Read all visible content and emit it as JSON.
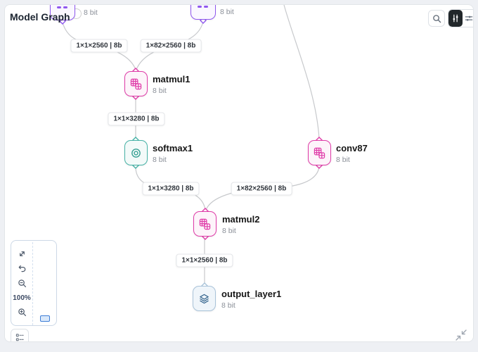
{
  "header": {
    "title": "Model Graph"
  },
  "toolbar": {
    "search_icon": "magnifier",
    "layout_toggle": {
      "selected": "vertical",
      "options": [
        "vertical",
        "horizontal"
      ]
    }
  },
  "nodes": {
    "input_a": {
      "bits": "8 bit"
    },
    "input_b": {
      "bits": "8 bit"
    },
    "matmul1": {
      "label": "matmul1",
      "bits": "8 bit"
    },
    "softmax1": {
      "label": "softmax1",
      "bits": "8 bit"
    },
    "conv87": {
      "label": "conv87",
      "bits": "8 bit"
    },
    "matmul2": {
      "label": "matmul2",
      "bits": "8 bit"
    },
    "output_layer1": {
      "label": "output_layer1",
      "bits": "8 bit"
    }
  },
  "edges": {
    "e1": {
      "from": "input_a",
      "to": "matmul1",
      "label": "1×1×2560 | 8b"
    },
    "e2": {
      "from": "input_b",
      "to": "matmul1",
      "label": "1×82×2560 | 8b"
    },
    "e3": {
      "from": "matmul1",
      "to": "softmax1",
      "label": "1×1×3280 | 8b"
    },
    "e4": {
      "from": "softmax1",
      "to": "matmul2",
      "label": "1×1×3280 | 8b"
    },
    "e5": {
      "from": "conv87",
      "to": "matmul2",
      "label": "1×82×2560 | 8b"
    },
    "e6": {
      "from": "matmul2",
      "to": "output_layer1",
      "label": "1×1×2560 | 8b"
    }
  },
  "zoom_panel": {
    "zoom_level": "100%"
  },
  "colors": {
    "accent_pink": "#df3ba8",
    "accent_teal": "#46b2a6",
    "accent_purple": "#8f57ee",
    "accent_blue": "#a9c3d9",
    "edge_gray": "#c7c9cc",
    "viewport_blue": "#3d7dd6"
  }
}
